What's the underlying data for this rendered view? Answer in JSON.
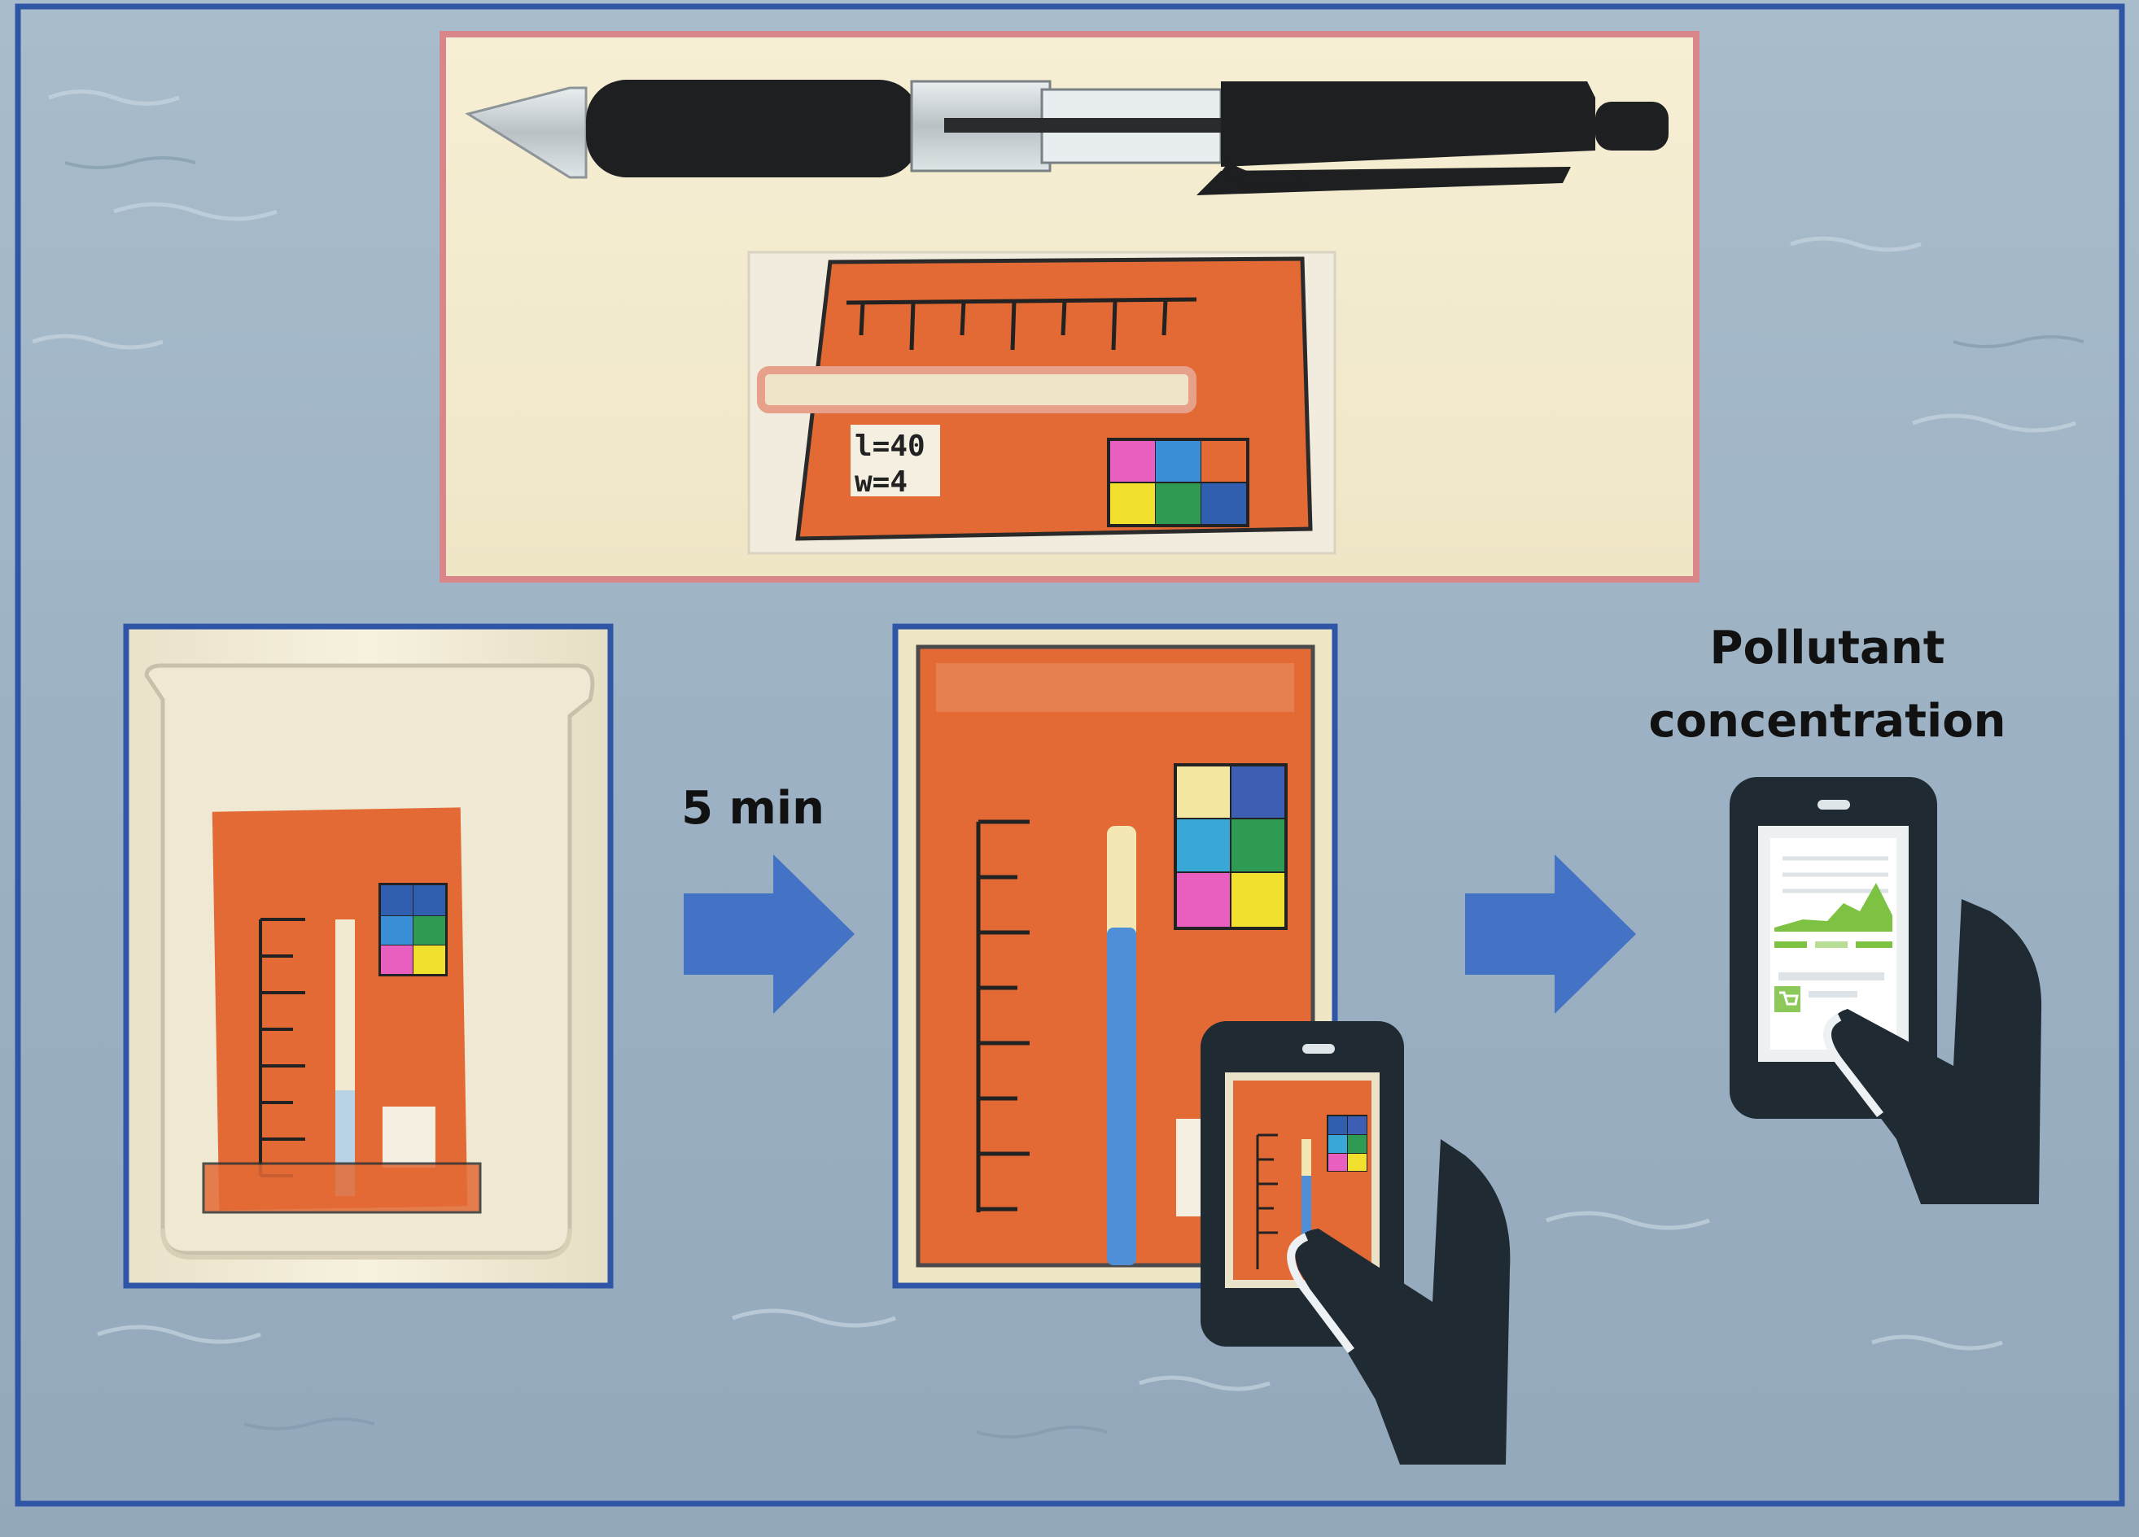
{
  "figure": {
    "step_label": "5 min",
    "result_label_line1": "Pollutant",
    "result_label_line2": "concentration",
    "strip_label_line1": "l=40",
    "strip_label_line2": "w=4"
  },
  "colors": {
    "frame_border": "#2f55a6",
    "photo_border_top": "#d9868a",
    "arrow_fill": "#4472c4",
    "strip_orange": "#e46a35",
    "water_blue": "#9fb6c8",
    "phone_dark": "#1f2a33",
    "chart_green": "#7dc242",
    "reference_colors": [
      "#e85fc0",
      "#3a8ed6",
      "#e8e06a",
      "#e84a4a",
      "#2f9b52",
      "#2f5fae"
    ]
  },
  "icons": [
    "pen-image",
    "beaker-image",
    "arrow-right-icon",
    "hand-phone-icon",
    "cart-icon",
    "line-chart-icon"
  ]
}
